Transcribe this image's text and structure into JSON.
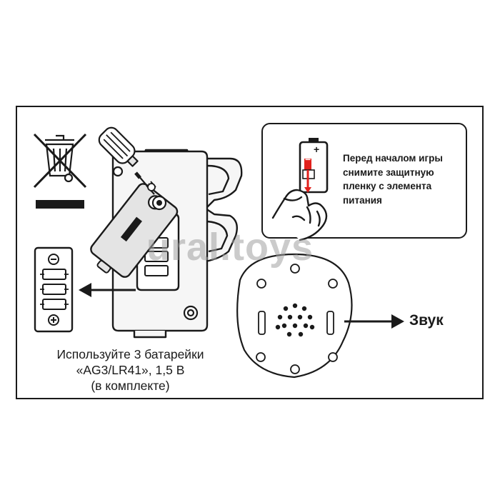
{
  "battery_note": {
    "line1": "Используйте 3 батарейки",
    "line2": "«AG3/LR41», 1,5 В",
    "line3": "(в комплекте)"
  },
  "warning": {
    "line1": "Перед началом игры",
    "line2": "снимите защитную",
    "line3": "пленку с элемента",
    "line4": "питания",
    "plus_sign": "+",
    "minus_sign": "−"
  },
  "sound": {
    "label": "Звук"
  },
  "watermark": "ural.toys",
  "colors": {
    "ink": "#1a1a1a",
    "accent_red": "#e2211c",
    "device_fill": "#f6f6f6",
    "battery_fill": "#e4e4e4"
  }
}
